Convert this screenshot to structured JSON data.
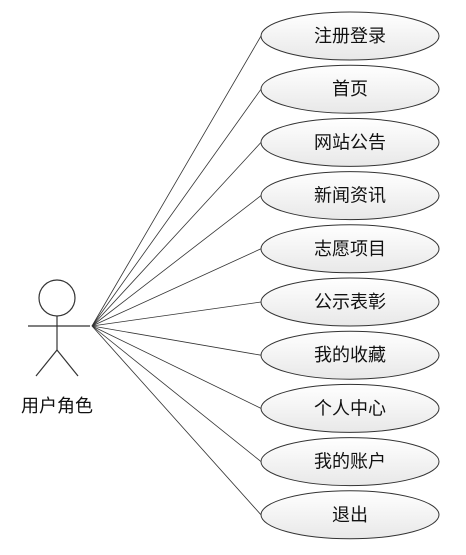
{
  "actor": {
    "label": "用户角色"
  },
  "use_cases": [
    {
      "id": "register-login",
      "label": "注册登录"
    },
    {
      "id": "home",
      "label": "首页"
    },
    {
      "id": "site-announcement",
      "label": "网站公告"
    },
    {
      "id": "news",
      "label": "新闻资讯"
    },
    {
      "id": "volunteer-project",
      "label": "志愿项目"
    },
    {
      "id": "public-commendation",
      "label": "公示表彰"
    },
    {
      "id": "my-favorites",
      "label": "我的收藏"
    },
    {
      "id": "personal-center",
      "label": "个人中心"
    },
    {
      "id": "my-account",
      "label": "我的账户"
    },
    {
      "id": "logout",
      "label": "退出"
    }
  ]
}
